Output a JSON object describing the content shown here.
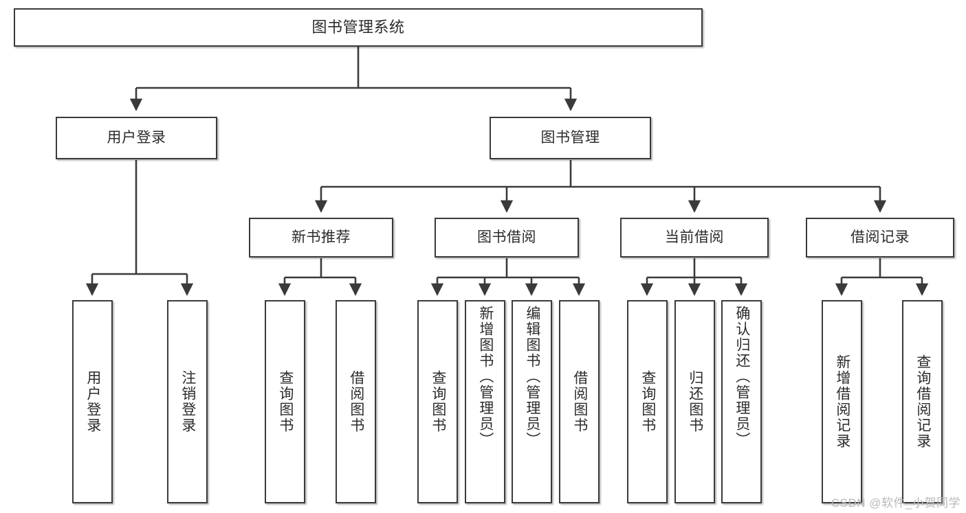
{
  "diagram": {
    "title": "图书管理系统",
    "watermark": "CSDN @软件_小贺同学",
    "stroke_color": "#3a3a3a",
    "background_color": "#ffffff",
    "text_color": "#2b2b2b",
    "levels": {
      "root": "图书管理系统",
      "level2": [
        "用户登录",
        "图书管理"
      ],
      "level3": [
        "新书推荐",
        "图书借阅",
        "当前借阅",
        "借阅记录"
      ]
    },
    "nodes": {
      "root": {
        "label": "图书管理系统"
      },
      "user_login": {
        "label": "用户登录"
      },
      "book_mgmt": {
        "label": "图书管理"
      },
      "new_book_rec": {
        "label": "新书推荐"
      },
      "book_borrow": {
        "label": "图书借阅"
      },
      "current_borrow": {
        "label": "当前借阅"
      },
      "borrow_record": {
        "label": "借阅记录"
      },
      "leaf_user_login": {
        "label": "用户登录"
      },
      "leaf_logout": {
        "label": "注销登录"
      },
      "leaf_query_book_1": {
        "label": "查询图书"
      },
      "leaf_borrow_book_1": {
        "label": "借阅图书"
      },
      "leaf_query_book_2": {
        "label": "查询图书"
      },
      "leaf_add_book": {
        "label": "新增图书（管理员）"
      },
      "leaf_edit_book": {
        "label": "编辑图书（管理员）"
      },
      "leaf_borrow_book_2": {
        "label": "借阅图书"
      },
      "leaf_query_book_3": {
        "label": "查询图书"
      },
      "leaf_return_book": {
        "label": "归还图书"
      },
      "leaf_confirm_return": {
        "label": "确认归还（管理员）"
      },
      "leaf_add_record": {
        "label": "新增借阅记录"
      },
      "leaf_query_record": {
        "label": "查询借阅记录"
      }
    },
    "edges": [
      {
        "from": "root",
        "to": "user_login"
      },
      {
        "from": "root",
        "to": "book_mgmt"
      },
      {
        "from": "user_login",
        "to": "leaf_user_login"
      },
      {
        "from": "user_login",
        "to": "leaf_logout"
      },
      {
        "from": "book_mgmt",
        "to": "new_book_rec"
      },
      {
        "from": "book_mgmt",
        "to": "book_borrow"
      },
      {
        "from": "book_mgmt",
        "to": "current_borrow"
      },
      {
        "from": "book_mgmt",
        "to": "borrow_record"
      },
      {
        "from": "new_book_rec",
        "to": "leaf_query_book_1"
      },
      {
        "from": "new_book_rec",
        "to": "leaf_borrow_book_1"
      },
      {
        "from": "book_borrow",
        "to": "leaf_query_book_2"
      },
      {
        "from": "book_borrow",
        "to": "leaf_add_book"
      },
      {
        "from": "book_borrow",
        "to": "leaf_edit_book"
      },
      {
        "from": "book_borrow",
        "to": "leaf_borrow_book_2"
      },
      {
        "from": "current_borrow",
        "to": "leaf_query_book_3"
      },
      {
        "from": "current_borrow",
        "to": "leaf_return_book"
      },
      {
        "from": "current_borrow",
        "to": "leaf_confirm_return"
      },
      {
        "from": "borrow_record",
        "to": "leaf_add_record"
      },
      {
        "from": "borrow_record",
        "to": "leaf_query_record"
      }
    ]
  }
}
